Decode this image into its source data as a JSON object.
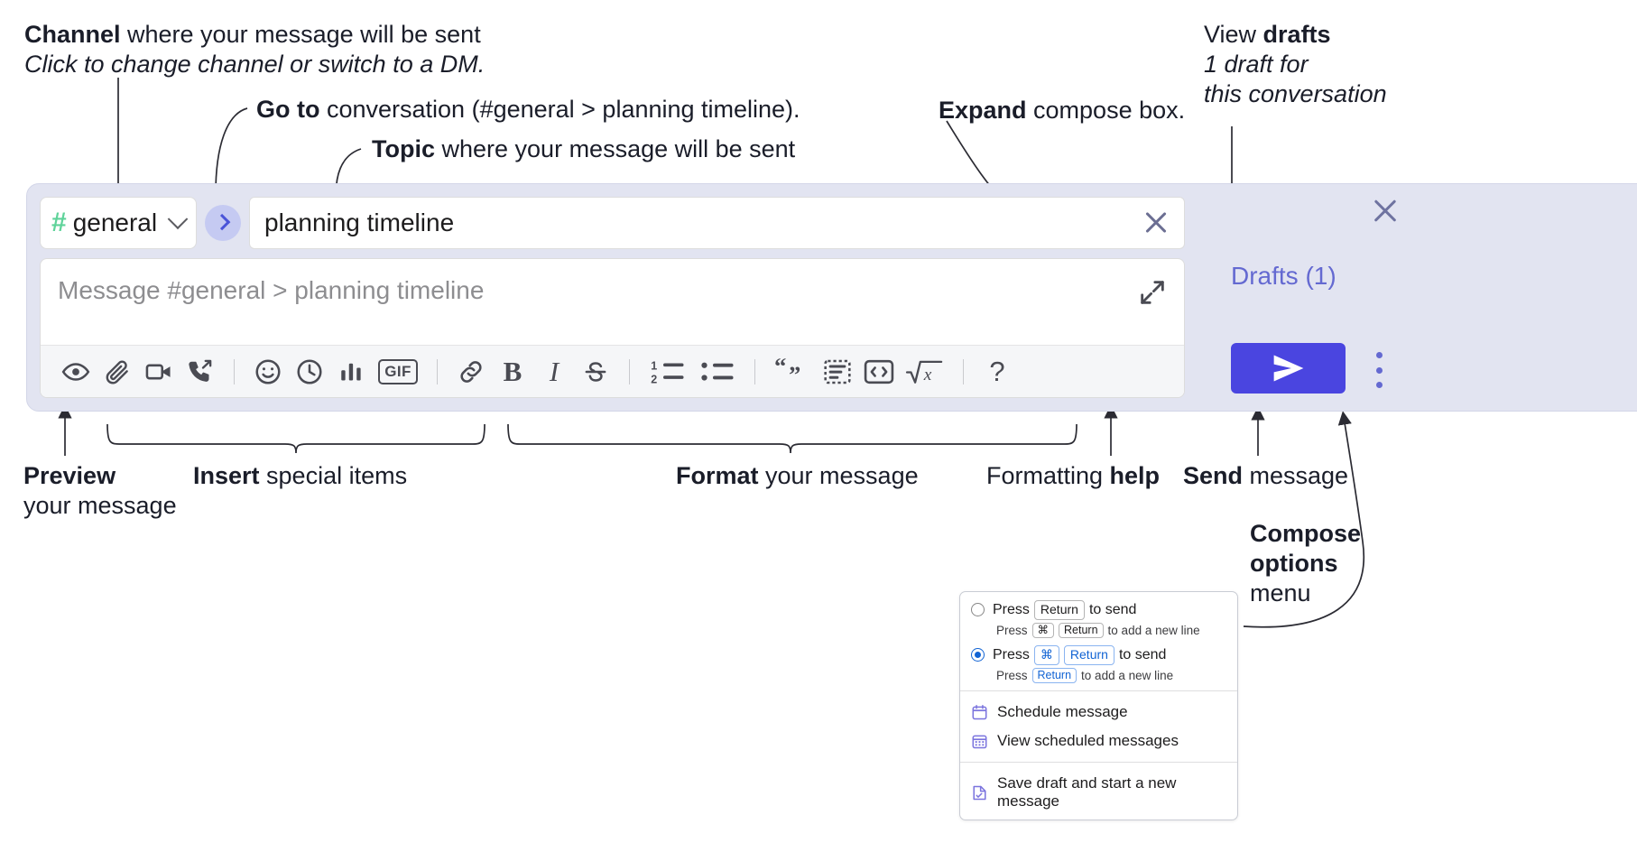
{
  "annotations": {
    "channel": {
      "bold": "Channel",
      "rest": " where your message will be sent",
      "sub": "Click to change channel or switch to a DM."
    },
    "goto": {
      "bold": "Go to",
      "rest": " conversation (#general > planning timeline)."
    },
    "topic": {
      "bold": "Topic",
      "rest": " where your message will be sent"
    },
    "expand": {
      "bold": "Expand",
      "rest": " compose box."
    },
    "drafts": {
      "pre": "View ",
      "bold": "drafts",
      "sub1": "1 draft for",
      "sub2": "this conversation"
    },
    "preview": {
      "bold": "Preview",
      "sub": "your message"
    },
    "insert": {
      "bold": "Insert",
      "rest": " special items"
    },
    "format": {
      "bold": "Format",
      "rest": " your message"
    },
    "help": {
      "pre": "Formatting ",
      "bold": "help"
    },
    "send": {
      "bold": "Send",
      "rest": " message"
    },
    "compose_options": {
      "l1": "Compose",
      "l2": "options",
      "l3": "menu"
    }
  },
  "compose": {
    "channel_chip": {
      "hash": "#",
      "name": "general"
    },
    "topic": {
      "value": "planning timeline"
    },
    "message": {
      "placeholder": "Message #general > planning timeline"
    },
    "drafts_label": "Drafts (1)",
    "toolbar": [
      {
        "name": "preview-icon",
        "label": "Preview"
      },
      {
        "name": "attachment-icon",
        "label": "Attach file"
      },
      {
        "name": "video-icon",
        "label": "Record video clip"
      },
      {
        "name": "audio-call-icon",
        "label": "Record audio clip"
      },
      {
        "name": "separator",
        "label": ""
      },
      {
        "name": "emoji-icon",
        "label": "Emoji"
      },
      {
        "name": "clock-icon",
        "label": "Reminder"
      },
      {
        "name": "poll-icon",
        "label": "Poll"
      },
      {
        "name": "gif-icon",
        "label": "GIF"
      },
      {
        "name": "separator",
        "label": ""
      },
      {
        "name": "link-icon",
        "label": "Link"
      },
      {
        "name": "bold-icon",
        "label": "B"
      },
      {
        "name": "italic-icon",
        "label": "I"
      },
      {
        "name": "strikethrough-icon",
        "label": "Strikethrough"
      },
      {
        "name": "separator",
        "label": ""
      },
      {
        "name": "ordered-list-icon",
        "label": "Ordered list"
      },
      {
        "name": "bulleted-list-icon",
        "label": "Bulleted list"
      },
      {
        "name": "separator",
        "label": ""
      },
      {
        "name": "blockquote-icon",
        "label": "Blockquote"
      },
      {
        "name": "code-block-icon",
        "label": "Code block"
      },
      {
        "name": "inline-code-icon",
        "label": "Code"
      },
      {
        "name": "math-icon",
        "label": "Math"
      },
      {
        "name": "separator",
        "label": ""
      },
      {
        "name": "help-icon",
        "label": "?"
      }
    ]
  },
  "options_menu": {
    "option_enter": {
      "main_pre": "Press",
      "main_key": "Return",
      "main_post": "to send",
      "sub_pre": "Press",
      "sub_key1": "⌘",
      "sub_key2": "Return",
      "sub_post": "to add a new line",
      "selected": false
    },
    "option_cmd_enter": {
      "main_pre": "Press",
      "main_key1": "⌘",
      "main_key2": "Return",
      "main_post": "to send",
      "sub_pre": "Press",
      "sub_key": "Return",
      "sub_post": "to add a new line",
      "selected": true
    },
    "items": [
      {
        "icon": "calendar-icon",
        "label": "Schedule message"
      },
      {
        "icon": "calendar-grid-icon",
        "label": "View scheduled messages"
      },
      {
        "icon": "save-draft-icon",
        "label": "Save draft and start a new message"
      }
    ]
  },
  "colors": {
    "panel_bg": "#e2e4f1",
    "accent_blue": "#4a45e0",
    "drafts_purple": "#6469d1",
    "hash_green": "#5fd39a",
    "menu_icon_purple": "#7b74de",
    "radio_blue": "#1264d4"
  }
}
